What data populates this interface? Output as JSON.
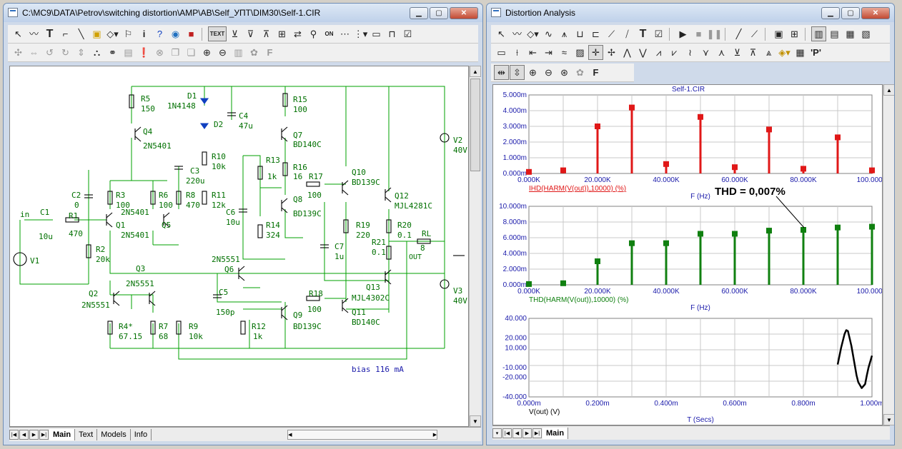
{
  "left_window": {
    "title": "C:\\MC9\\DATA\\Petrov\\switching distortion\\AMP\\AB\\Self_УПТ\\DIM30\\Self-1.CIR",
    "tabs": [
      "Main",
      "Text",
      "Models",
      "Info"
    ],
    "active_tab": "Main"
  },
  "right_window": {
    "title": "Distortion Analysis",
    "tabs": [
      "Main"
    ],
    "active_tab": "Main"
  },
  "toolbar_labels": {
    "text_tool": "TEXT",
    "on_label": "ON"
  },
  "schematic": {
    "components": [
      {
        "ref": "R5",
        "value": "150"
      },
      {
        "ref": "D1",
        "value": "1N4148"
      },
      {
        "ref": "D2",
        "value": ""
      },
      {
        "ref": "C4",
        "value": "47u"
      },
      {
        "ref": "R15",
        "value": "100"
      },
      {
        "ref": "Q4",
        "value": "2N5401"
      },
      {
        "ref": "Q7",
        "value": "BD140C"
      },
      {
        "ref": "V2",
        "value": "40V"
      },
      {
        "ref": "R10",
        "value": "10k"
      },
      {
        "ref": "C3",
        "value": "220u"
      },
      {
        "ref": "R13",
        "value": "1k"
      },
      {
        "ref": "R16",
        "value": "16"
      },
      {
        "ref": "Q10",
        "value": "BD139C"
      },
      {
        "ref": "R17",
        "value": "100"
      },
      {
        "ref": "Q12",
        "value": "MJL4281C"
      },
      {
        "ref": "C2",
        "value": "0"
      },
      {
        "ref": "R3",
        "value": "100"
      },
      {
        "ref": "R6",
        "value": "100"
      },
      {
        "ref": "R8",
        "value": "470"
      },
      {
        "ref": "R11",
        "value": "12k"
      },
      {
        "ref": "Q8",
        "value": "BD139C"
      },
      {
        "ref": "C1",
        "value": "10u"
      },
      {
        "ref": "R1",
        "value": "470"
      },
      {
        "ref": "Q1",
        "value": "2N5401"
      },
      {
        "ref": "Q5",
        "value": "2N5401"
      },
      {
        "ref": "C6",
        "value": "10u"
      },
      {
        "ref": "R14",
        "value": "324"
      },
      {
        "ref": "R19",
        "value": "220"
      },
      {
        "ref": "R20",
        "value": "0.1"
      },
      {
        "ref": "RL",
        "value": "8"
      },
      {
        "ref": "V1",
        "value": ""
      },
      {
        "ref": "R2",
        "value": "20k"
      },
      {
        "ref": "C7",
        "value": "1u"
      },
      {
        "ref": "R21",
        "value": "0.1"
      },
      {
        "ref": "Q6",
        "value": "2N5551"
      },
      {
        "ref": "Q3",
        "value": ""
      },
      {
        "ref": "Q2",
        "value": "2N5551"
      },
      {
        "ref": "Q13",
        "value": "MJL4302C"
      },
      {
        "ref": "V3",
        "value": "40V"
      },
      {
        "ref": "C5",
        "value": "150p"
      },
      {
        "ref": "R18",
        "value": "100"
      },
      {
        "ref": "Q11",
        "value": "BD140C"
      },
      {
        "ref": "R4*",
        "value": "67.15"
      },
      {
        "ref": "R7",
        "value": "68"
      },
      {
        "ref": "R9",
        "value": "10k"
      },
      {
        "ref": "R12",
        "value": "1k"
      },
      {
        "ref": "Q9",
        "value": "BD139C"
      }
    ],
    "labels": {
      "in": "in",
      "out": "OUT",
      "q3_second": "2N5551",
      "bias": "bias 116 mA"
    }
  },
  "plots": {
    "title": "Self-1.CIR",
    "annotation": "THD = 0,007%"
  },
  "chart_data": [
    {
      "type": "bar",
      "title": "Self-1.CIR",
      "xlabel": "F (Hz)",
      "ylabel": "IHD(HARM(V(out)),10000) (%)",
      "x": [
        0,
        10000,
        20000,
        30000,
        40000,
        50000,
        60000,
        70000,
        80000,
        90000,
        100000
      ],
      "values": [
        0.0001,
        0.0002,
        0.003,
        0.0042,
        0.0006,
        0.0036,
        0.0004,
        0.0028,
        0.0003,
        0.0023,
        0.0002
      ],
      "xlim": [
        0,
        100000
      ],
      "ylim": [
        0,
        0.005
      ],
      "x_ticks": [
        "0.000K",
        "20.000K",
        "40.000K",
        "60.000K",
        "80.000K",
        "100.000K"
      ],
      "y_ticks": [
        "0.000m",
        "1.000m",
        "2.000m",
        "3.000m",
        "4.000m",
        "5.000m"
      ],
      "color": "#e01818",
      "grid": true
    },
    {
      "type": "bar",
      "xlabel": "F (Hz)",
      "ylabel": "THD(HARM(V(out)),10000) (%)",
      "x": [
        0,
        10000,
        20000,
        30000,
        40000,
        50000,
        60000,
        70000,
        80000,
        90000,
        100000
      ],
      "values": [
        0.0001,
        0.0002,
        0.003,
        0.0053,
        0.0053,
        0.0065,
        0.0065,
        0.0069,
        0.007,
        0.0073,
        0.0074
      ],
      "xlim": [
        0,
        100000
      ],
      "ylim": [
        0,
        0.01
      ],
      "x_ticks": [
        "0.000K",
        "20.000K",
        "40.000K",
        "60.000K",
        "80.000K",
        "100.000K"
      ],
      "y_ticks": [
        "0.000m",
        "2.000m",
        "4.000m",
        "6.000m",
        "8.000m",
        "10.000m"
      ],
      "color": "#108010",
      "grid": true
    },
    {
      "type": "line",
      "xlabel": "T (Secs)",
      "ylabel": "V(out) (V)",
      "xlim": [
        0,
        0.001
      ],
      "ylim": [
        -40,
        40
      ],
      "x_ticks": [
        "0.000m",
        "0.200m",
        "0.400m",
        "0.600m",
        "0.800m",
        "1.000m"
      ],
      "y_ticks": [
        "40.000",
        "20.000",
        "10.000",
        "-10.000",
        "-20.000",
        "-40.000"
      ],
      "series": [
        {
          "x": [
            0.0009,
            0.00091,
            0.00092,
            0.000925,
            0.00093,
            0.00094,
            0.00095,
            0.000955,
            0.00096,
            0.00097,
            0.00098,
            0.000985,
            0.00099,
            0.001
          ],
          "y": [
            -7,
            10,
            24,
            28,
            27,
            12,
            -8,
            -18,
            -25,
            -31,
            -27,
            -18,
            -10,
            2
          ]
        }
      ],
      "color": "#000000",
      "grid": true
    }
  ]
}
